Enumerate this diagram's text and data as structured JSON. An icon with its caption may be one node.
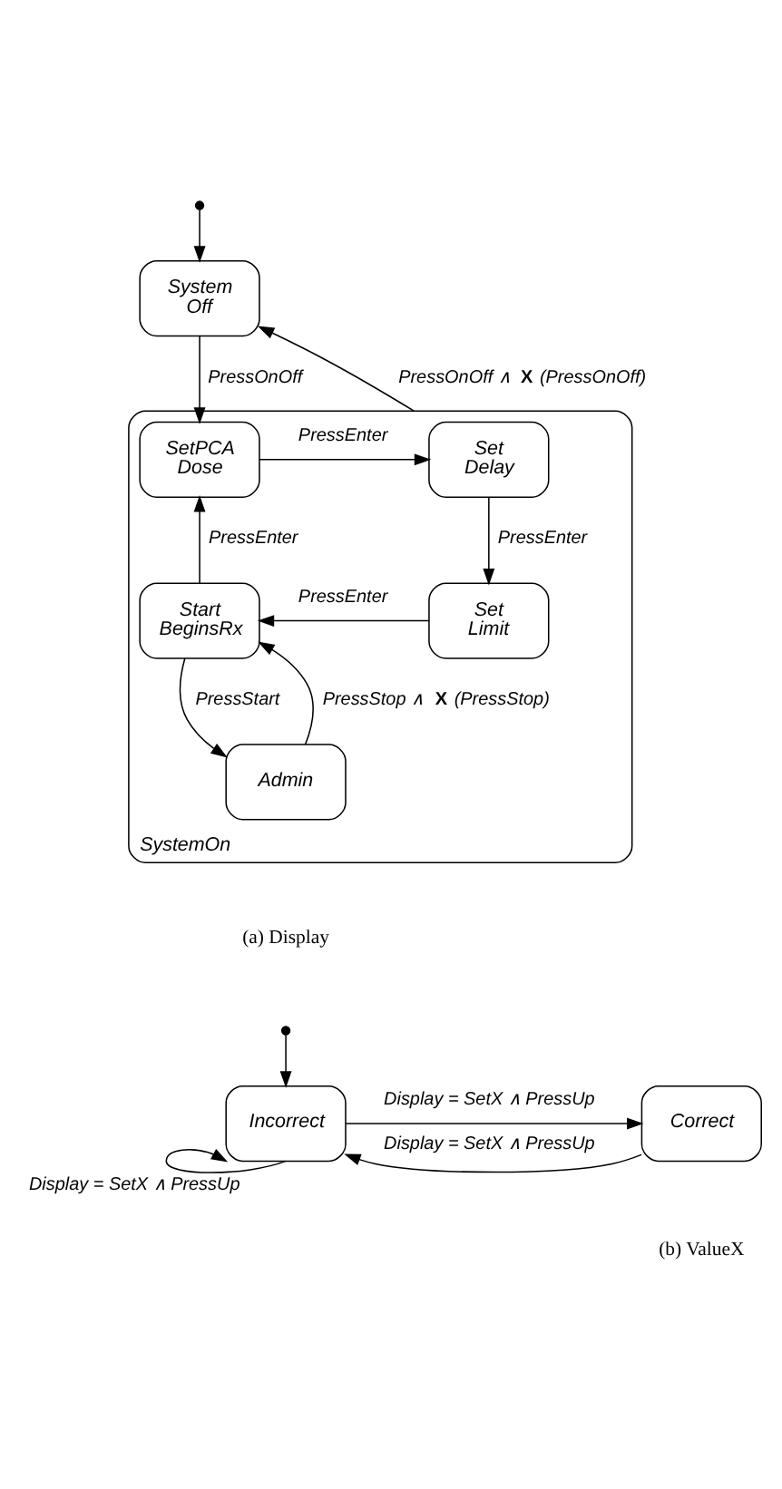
{
  "diagram": {
    "nodes": [
      {
        "text": [],
        "shape": "circle"
      },
      {
        "text": [
          "System Off"
        ]
      },
      {
        "text": [
          "SystemOn"
        ]
      },
      {
        "text": [
          "SetPCA Dose"
        ],
        "in": 2
      },
      {
        "text": [
          "Set Delay"
        ],
        "in": 2
      },
      {
        "text": [
          "Start BeginsRx"
        ],
        "in": 2
      },
      {
        "text": [
          "Set Limit"
        ],
        "in": 2
      },
      {
        "text": [
          "Admin"
        ],
        "in": 2
      },
      {
        "text": [],
        "shape": "circle"
      },
      {
        "text": [
          "Incorrect"
        ]
      },
      {
        "text": [
          "Correct"
        ]
      }
    ],
    "edges": [
      {
        "from": 0,
        "to": 1,
        "arrow": "to"
      },
      {
        "from": 1,
        "to": 3,
        "arrow": "to",
        "label": "PressOnOff"
      },
      {
        "from": 2,
        "to": 1,
        "arrow": "to",
        "label": "PressOnOff ∧ **X** (PressOnOff)"
      },
      {
        "from": 3,
        "to": 4,
        "arrow": "to",
        "label": "PressEnter"
      },
      {
        "from": 4,
        "to": 6,
        "arrow": "to",
        "label": "PressEnter"
      },
      {
        "from": 6,
        "to": 5,
        "arrow": "to",
        "label": "PressEnter"
      },
      {
        "from": 5,
        "to": 3,
        "arrow": "to",
        "label": "PressEnter"
      },
      {
        "from": 7,
        "to": 5,
        "arrow": "to",
        "label": "PressStop ∧ **X** (PressStop)"
      },
      {
        "from": 5,
        "to": 7,
        "arrow": "to",
        "label": "PressStart"
      },
      {
        "from": 8,
        "to": 9,
        "arrow": "to"
      },
      {
        "from": 9,
        "to": 10,
        "arrow": "to",
        "label": "Display = SetX ∧ PressUp"
      },
      {
        "from": 10,
        "to": 9,
        "arrow": "to",
        "label": "Display = SetX ∧ PressUp"
      },
      {
        "from": 9,
        "to": 9,
        "arrow": "to",
        "label": "Display = SetX ∧ PressUp"
      }
    ],
    "labels": [
      "(a) Display",
      "(b) ValueX"
    ]
  }
}
